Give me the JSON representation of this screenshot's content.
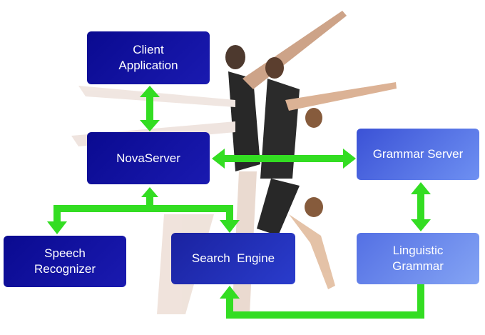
{
  "nodes": {
    "client": "Client Application",
    "client_l1": "Client",
    "client_l2": "Application",
    "nova": "NovaServer",
    "grammar_server": "Grammar Server",
    "linguistic_l1": "Linguistic",
    "linguistic_l2": "Grammar",
    "speech_l1": "Speech",
    "speech_l2": "Recognizer",
    "search": "Search  Engine"
  },
  "colors": {
    "arrow": "#33dd22",
    "dark_box": "#0a0a90",
    "light_box": "#5a7ae8"
  }
}
